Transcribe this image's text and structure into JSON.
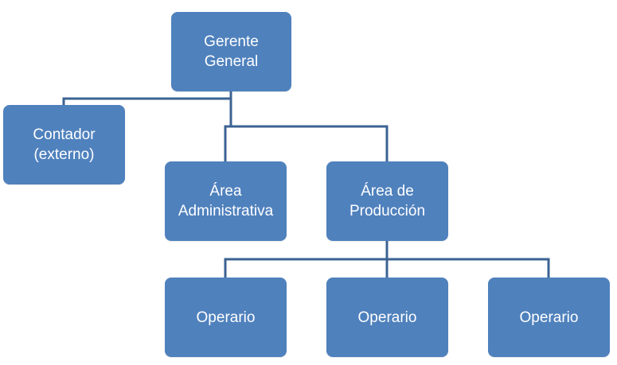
{
  "colors": {
    "node_fill": "#4f81bd",
    "connector": "#3b6393",
    "text": "#ffffff"
  },
  "org_chart": {
    "gerente_general": "Gerente\nGeneral",
    "contador": "Contador\n(externo)",
    "area_administrativa": "Área\nAdministrativa",
    "area_produccion": "Área de\nProducción",
    "operarios": [
      "Operario",
      "Operario",
      "Operario"
    ]
  }
}
